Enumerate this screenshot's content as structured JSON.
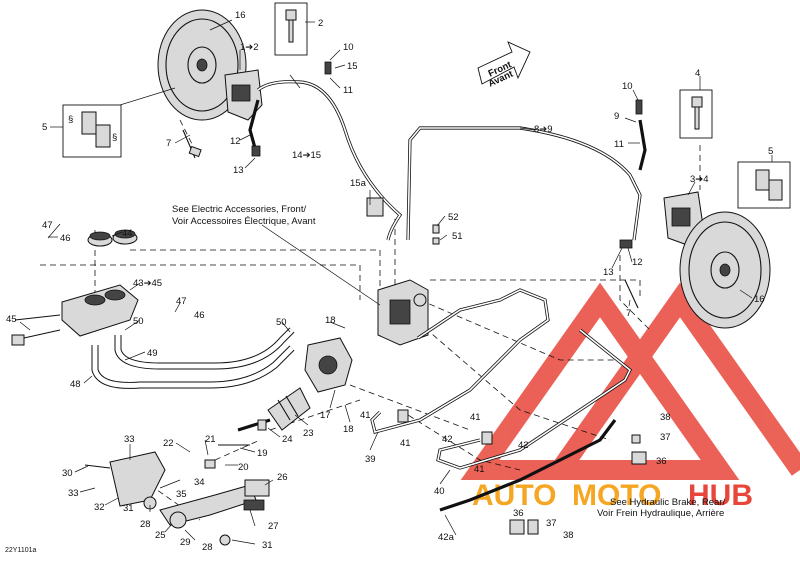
{
  "diagram_code": "22Y1101a",
  "notes": {
    "front_arrow": [
      "Front",
      "Avant"
    ],
    "electric_accessories": [
      "See Electric Accessories, Front/",
      "Voir Accessoires Électrique, Avant"
    ],
    "hydraulic_rear": [
      "See Hydraulic Brake, Rear/",
      "Voir Frein Hydraulique, Arrière"
    ]
  },
  "watermark": {
    "text_left": "AUTO",
    "text_mid": "MOTO",
    "text_right": "HUB",
    "color_red": "#e8463a",
    "color_orange": "#f5a623"
  },
  "labels": {
    "l16a": "16",
    "l2": "2",
    "l1to2": "1➔2",
    "l10a": "10",
    "l15": "15",
    "l11a": "11",
    "l5a": "5",
    "l7a": "7",
    "l12a": "12",
    "l13a": "13",
    "l14to15": "14➔15",
    "l15a": "15a",
    "l8to9": "8➔9",
    "l10b": "10",
    "l9": "9",
    "l11b": "11",
    "l4": "4",
    "l3to4": "3➔4",
    "l5b": "5",
    "l13b": "13",
    "l12b": "12",
    "l7b": "7",
    "l16b": "16",
    "l47a": "47",
    "l46a": "46",
    "l44": "44",
    "l43to45": "43➔45",
    "l47b": "47",
    "l46b": "46",
    "l45": "45",
    "l50a": "50",
    "l49": "49",
    "l48": "48",
    "l50b": "50",
    "l18a": "18",
    "l52": "52",
    "l51": "51",
    "l18b": "18",
    "l17": "17",
    "l23": "23",
    "l24": "24",
    "l41a": "41",
    "l41b": "41",
    "l41c": "41",
    "l41d": "41",
    "l42a": "42",
    "l42b": "42",
    "l39": "39",
    "l40": "40",
    "l38a": "38",
    "l37a": "37",
    "l36a": "36",
    "l22": "22",
    "l21": "21",
    "l20": "20",
    "l19": "19",
    "l33a": "33",
    "l30": "30",
    "l34": "34",
    "l33b": "33",
    "l35": "35",
    "l32": "32",
    "l31a": "31",
    "l28a": "28",
    "l26": "26",
    "l25": "25",
    "l29": "29",
    "l27": "27",
    "l28b": "28",
    "l31b": "31",
    "l42a2": "42a",
    "l36b": "36",
    "l37b": "37",
    "l38b": "38"
  }
}
